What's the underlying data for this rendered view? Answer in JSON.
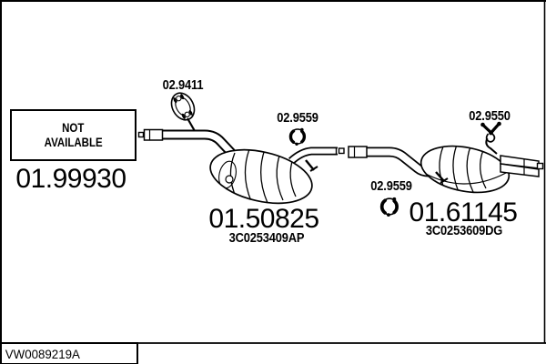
{
  "colors": {
    "ink": "#000000",
    "paper": "#ffffff"
  },
  "footer": {
    "code": "VW0089219A"
  },
  "not_available": {
    "line1": "NOT",
    "line2": "AVAILABLE",
    "part_number": "01.99930"
  },
  "mount_labels": {
    "flange": "02.9411",
    "clamp_mid": "02.9559",
    "hanger_rear": "02.9550",
    "clamp_rear": "02.9559"
  },
  "center_muffler": {
    "part_number": "01.50825",
    "oem_ref": "3C0253409AP"
  },
  "rear_muffler": {
    "part_number": "01.61145",
    "oem_ref": "3C0253609DG"
  }
}
